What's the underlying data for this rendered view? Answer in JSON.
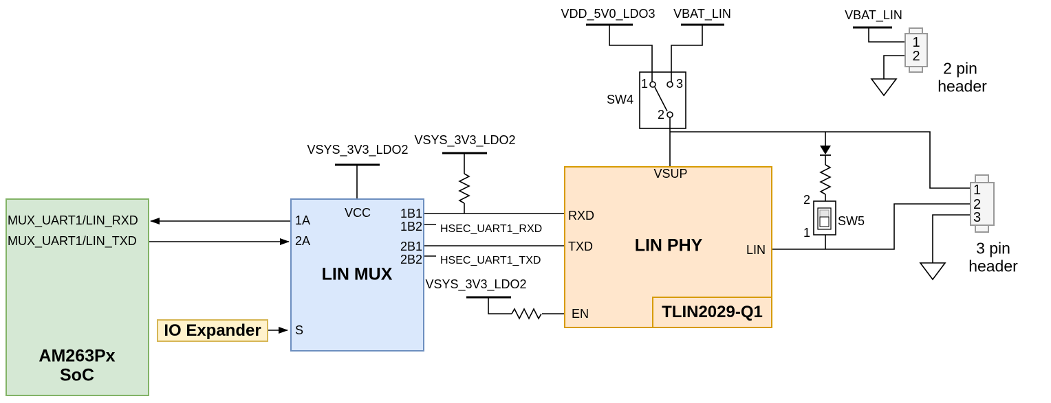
{
  "soc": {
    "title1": "AM263Px",
    "title2": "SoC",
    "pin_rxd": "MUX_UART1/LIN_RXD",
    "pin_txd": "MUX_UART1/LIN_TXD"
  },
  "io_expander": {
    "label": "IO Expander"
  },
  "mux": {
    "title": "LIN MUX",
    "pin_1a": "1A",
    "pin_2a": "2A",
    "pin_vcc": "VCC",
    "pin_1b1": "1B1",
    "pin_1b2": "1B2",
    "pin_2b1": "2B1",
    "pin_2b2": "2B2",
    "pin_s": "S"
  },
  "phy": {
    "title": "LIN PHY",
    "part": "TLIN2029-Q1",
    "pin_vsup": "VSUP",
    "pin_rxd": "RXD",
    "pin_txd": "TXD",
    "pin_en": "EN",
    "pin_lin": "LIN"
  },
  "nets": {
    "vsys_3v3_ldo2": "VSYS_3V3_LDO2",
    "vdd_5v0_ldo3": "VDD_5V0_LDO3",
    "vbat_lin": "VBAT_LIN",
    "hsec_uart1_rxd": "HSEC_UART1_RXD",
    "hsec_uart1_txd": "HSEC_UART1_TXD"
  },
  "sw4": {
    "label": "SW4",
    "pin1": "1",
    "pin2": "2",
    "pin3": "3"
  },
  "sw5": {
    "label": "SW5",
    "pin1": "1",
    "pin2": "2"
  },
  "header2": {
    "pin1": "1",
    "pin2": "2",
    "caption1": "2 pin",
    "caption2": "header"
  },
  "header3": {
    "pin1": "1",
    "pin2": "2",
    "pin3": "3",
    "caption1": "3 pin",
    "caption2": "header"
  },
  "colors": {
    "soc_fill": "#d5e8d4",
    "soc_stroke": "#82b366",
    "mux_fill": "#dae8fc",
    "mux_stroke": "#6c8ebf",
    "phy_fill": "#ffe6cc",
    "phy_stroke": "#d79b00",
    "io_fill": "#fff2cc",
    "io_stroke": "#d6b656",
    "header_fill": "#f5f5f5",
    "header_stroke": "#999999",
    "wire": "#000000"
  }
}
